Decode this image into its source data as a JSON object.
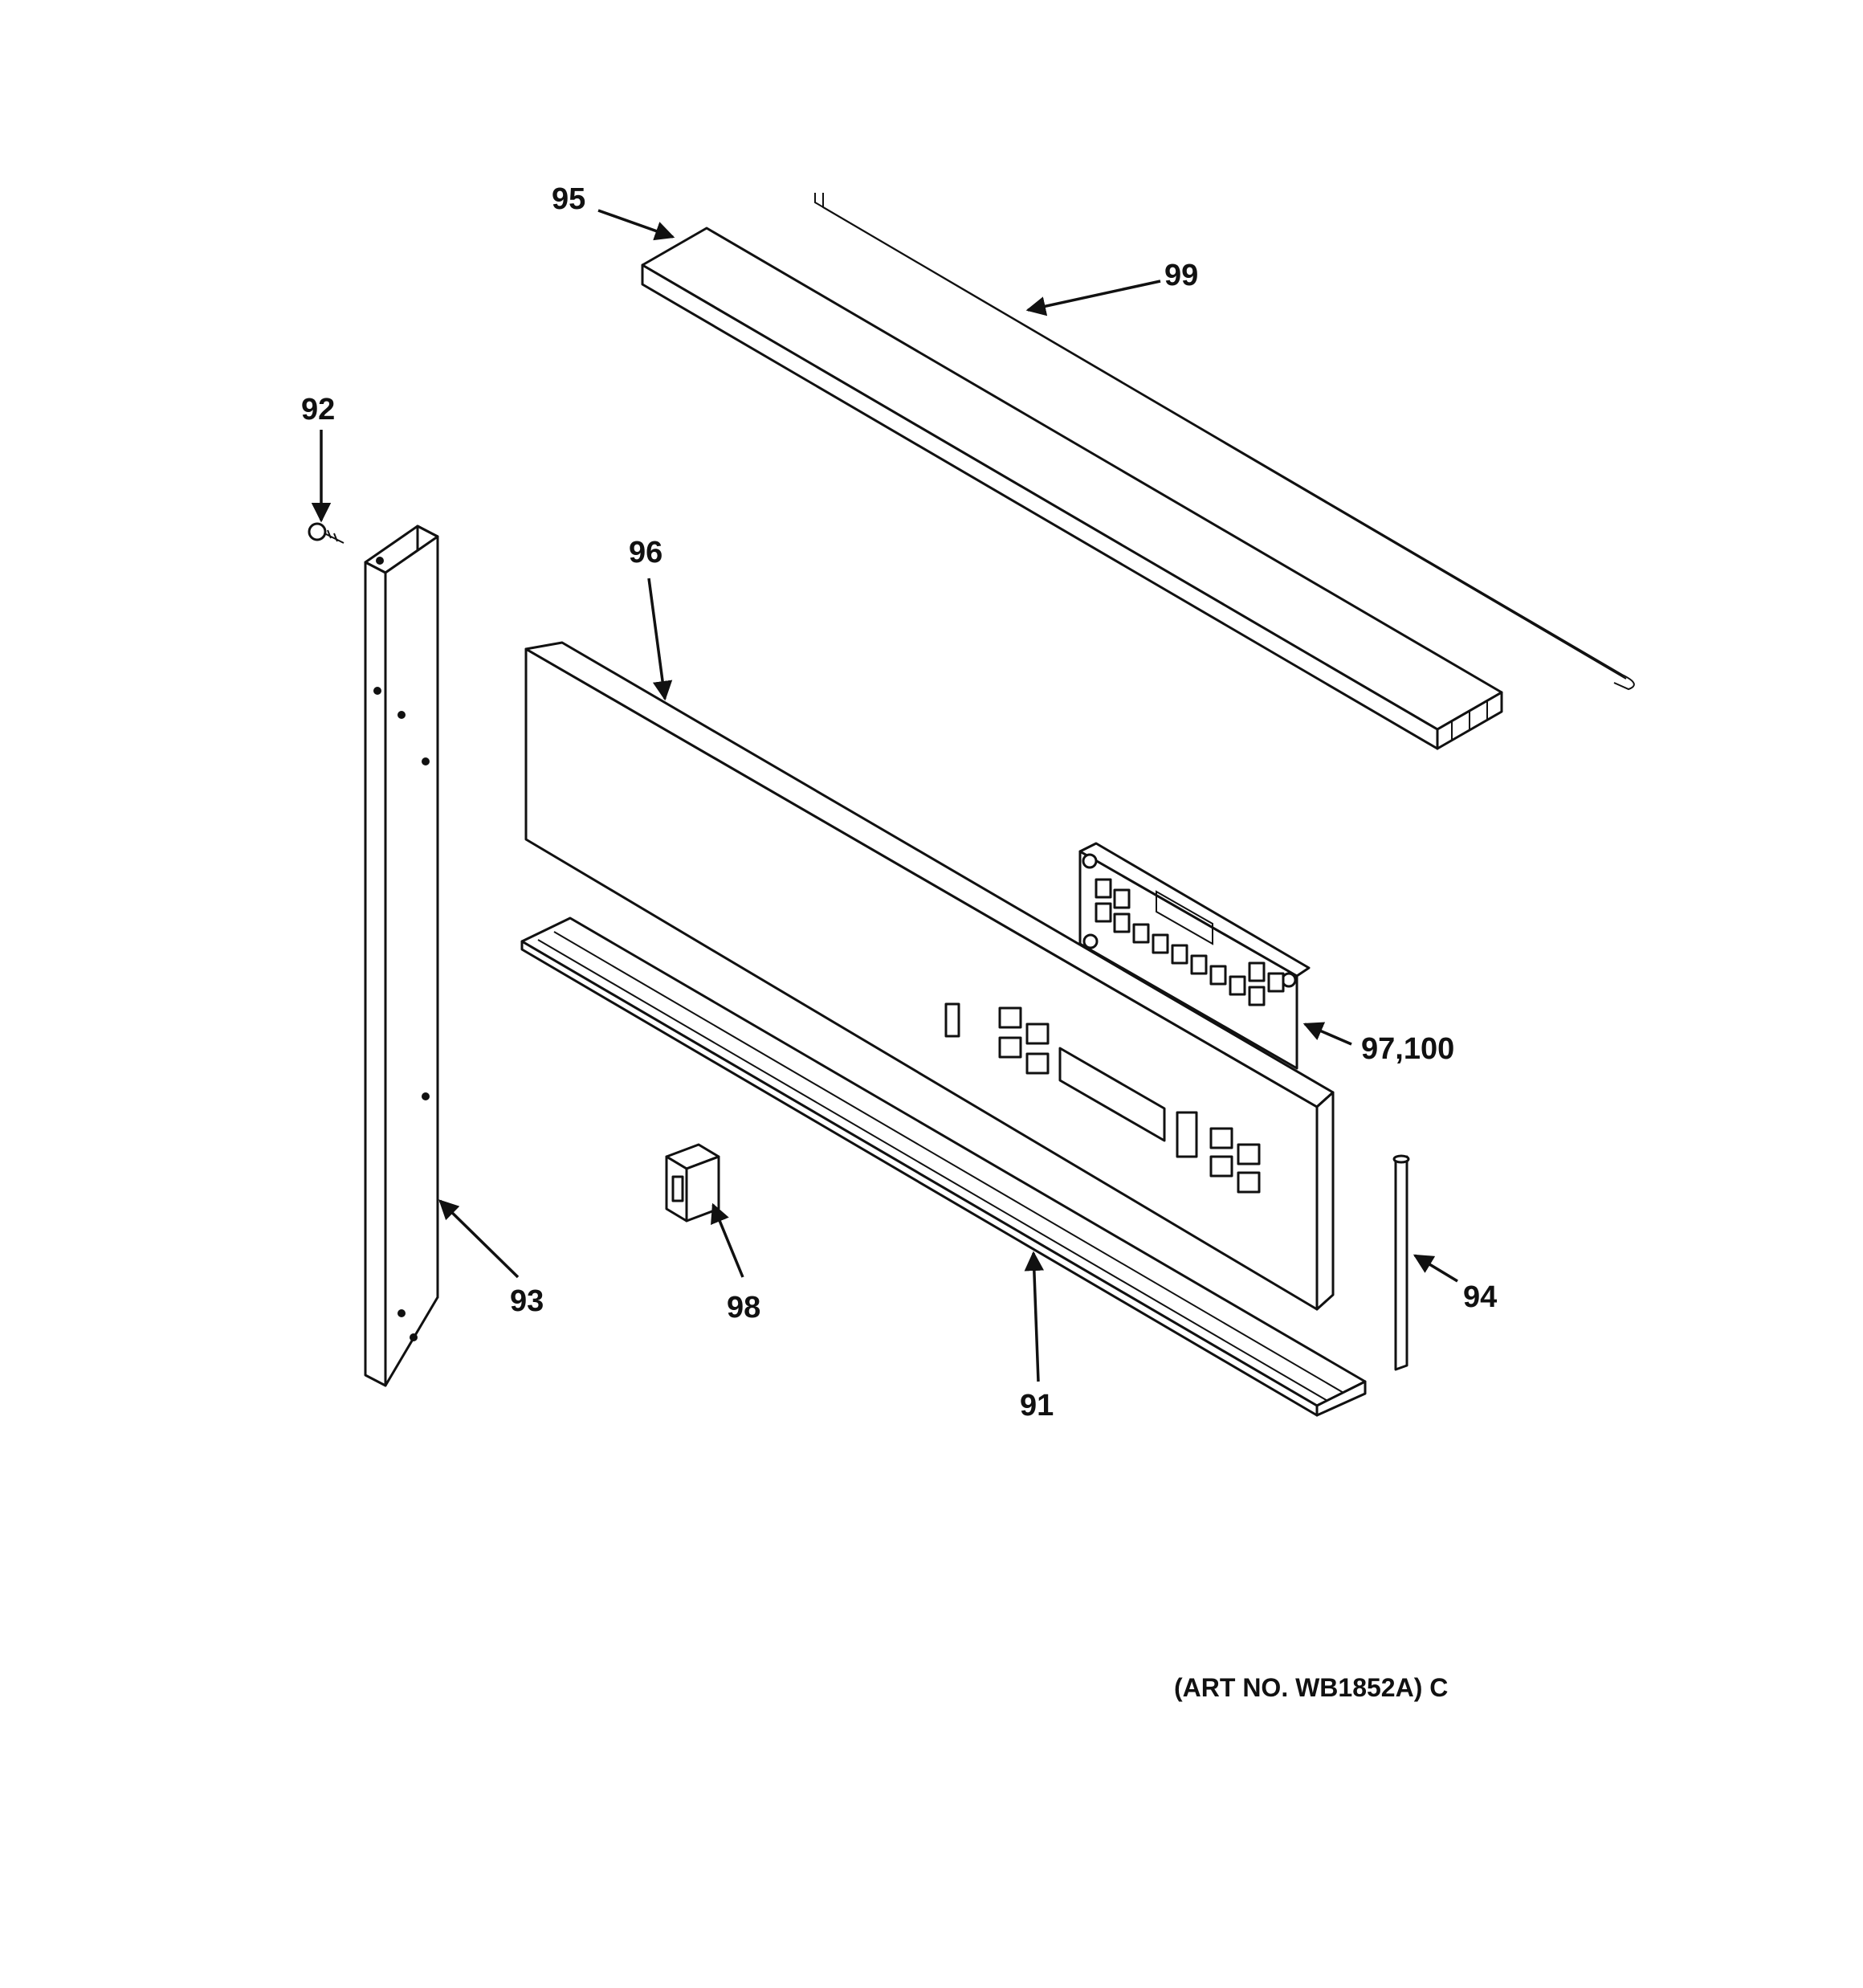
{
  "callouts": {
    "c91": "91",
    "c92": "92",
    "c93": "93",
    "c94": "94",
    "c95": "95",
    "c96": "96",
    "c97_100": "97,100",
    "c98": "98",
    "c99": "99"
  },
  "art_number": "(ART NO. WB1852A) C"
}
